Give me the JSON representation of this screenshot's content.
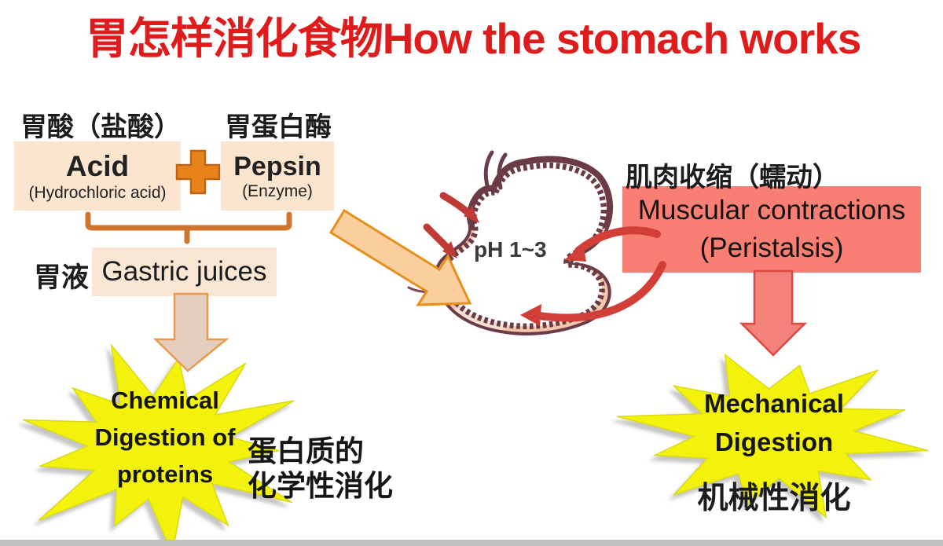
{
  "title": "胃怎样消化食物How the stomach works",
  "left_panel": {
    "acid_label_zh": "胃酸（盐酸）",
    "pepsin_label_zh": "胃蛋白酶",
    "acid_box": {
      "title": "Acid",
      "subtitle": "(Hydrochloric acid)"
    },
    "pepsin_box": {
      "title": "Pepsin",
      "subtitle": "(Enzyme)"
    },
    "gastric_label_zh": "胃液",
    "gastric_box_label": "Gastric juices",
    "starburst": {
      "line1": "Chemical",
      "line2": "Digestion of",
      "line3": "proteins"
    },
    "result_zh_line1": "蛋白质的",
    "result_zh_line2": "化学性消化"
  },
  "stomach": {
    "ph_label": "pH 1~3"
  },
  "right_panel": {
    "muscle_label_zh": "肌肉收缩（蠕动）",
    "muscle_box": {
      "line1": "Muscular contractions",
      "line2": "(Peristalsis)"
    },
    "starburst": {
      "line1": "Mechanical",
      "line2": "Digestion"
    },
    "result_zh": "机械性消化"
  },
  "icons": {
    "plus": "plus-icon",
    "combine_bracket": "bracket-icon",
    "gastric_flow_arrow": "down-arrow-icon",
    "acid_into_stomach_arrow": "diagonal-arrow-icon",
    "secretion_arrows": "small-red-arrow-icons",
    "peristalsis_arrows": "curved-red-arrow-icons",
    "mechanical_flow_arrow": "red-down-arrow-icon",
    "stomach": "stomach-illustration"
  },
  "colors": {
    "title_red": "#E01B1B",
    "peach_box": "#FBE5CF",
    "plus_orange": "#E8831B",
    "bracket_orange": "#D2752C",
    "starburst_yellow": "#F2F207",
    "muscle_box_red": "#F97E74",
    "stomach_outline": "#6B3B46",
    "stomach_liquid": "#F3C5AA",
    "arrow_red": "#D23F38",
    "bottom_bar_gray": "#C1C1C1"
  }
}
